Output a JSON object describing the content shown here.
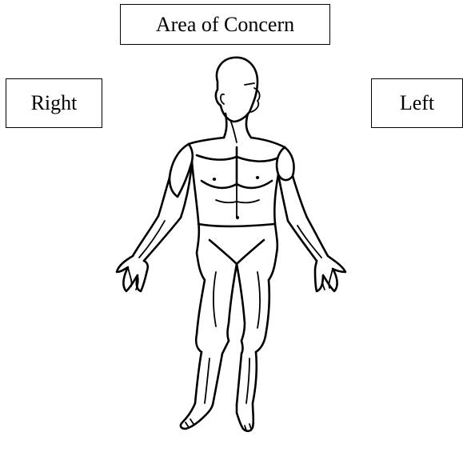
{
  "title_label": "Area of Concern",
  "side_labels": {
    "right": "Right",
    "left": "Left"
  },
  "figure": {
    "icon": "human-body-anterior-outline",
    "stroke_color": "#000000",
    "background_color": "#ffffff"
  }
}
